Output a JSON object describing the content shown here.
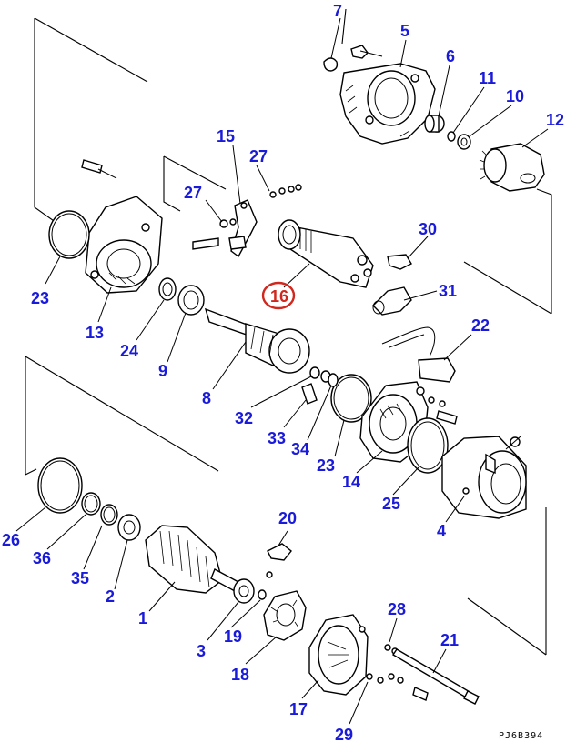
{
  "drawing_code": "PJ6B394",
  "highlight_color": "#d0281e",
  "label_color": "#1a1ad9",
  "highlighted_part": "16",
  "callouts": {
    "p1": "1",
    "p2": "2",
    "p3": "3",
    "p4": "4",
    "p5": "5",
    "p6": "6",
    "p7": "7",
    "p8": "8",
    "p9": "9",
    "p10": "10",
    "p11": "11",
    "p12": "12",
    "p13": "13",
    "p14": "14",
    "p15": "15",
    "p16": "16",
    "p17": "17",
    "p18": "18",
    "p19": "19",
    "p20": "20",
    "p21": "21",
    "p22": "22",
    "p23a": "23",
    "p23b": "23",
    "p24": "24",
    "p25": "25",
    "p26": "26",
    "p27a": "27",
    "p27b": "27",
    "p28": "28",
    "p29": "29",
    "p30": "30",
    "p31": "31",
    "p32": "32",
    "p33": "33",
    "p34": "34",
    "p35": "35",
    "p36": "36"
  }
}
